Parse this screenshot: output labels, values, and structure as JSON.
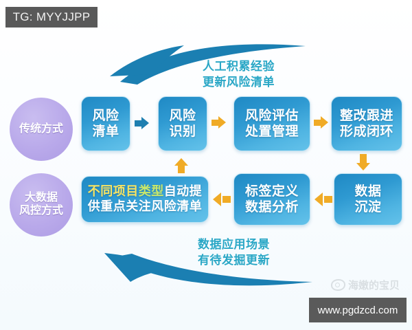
{
  "overlay": {
    "tg_tag": "TG: MYYJJPP",
    "url_tag": "www.pgdzcd.com",
    "weibo_watermark": "海嫩的宝贝",
    "weibo_icon": "weibo-eye-icon"
  },
  "colors": {
    "box_blue_dark": "#1f89c4",
    "box_blue_light": "#64c2ea",
    "box_border": "#bfe3f2",
    "circle_purple": "#b9a9ea",
    "arrow_orange": "#f0ab26",
    "arrow_teal": "#1f7fb0",
    "swoosh_blue": "#1b7fb2",
    "caption_teal": "#2aa7c6",
    "highlight_yellow": "#f7e463",
    "highlight_lime": "#c9e86b",
    "tag_gray": "#595959"
  },
  "rows": {
    "traditional": {
      "circle_line1": "传统方式",
      "steps": [
        {
          "line1": "风险",
          "line2": "清单"
        },
        {
          "line1": "风险",
          "line2": "识别"
        },
        {
          "line1": "风险评估",
          "line2": "处置管理"
        },
        {
          "line1": "整改跟进",
          "line2": "形成闭环"
        }
      ]
    },
    "bigdata": {
      "circle_line1": "大数据",
      "circle_line2": "风控方式",
      "steps": [
        {
          "line1_a": "不同项目",
          "line1_b": "类型",
          "line1_c": "自动提",
          "line2": "供重点关注风险清单"
        },
        {
          "line1": "标签定义",
          "line2": "数据分析"
        },
        {
          "line1": "数据",
          "line2": "沉淀"
        }
      ]
    }
  },
  "captions": {
    "top_line1": "人工积累经验",
    "top_line2": "更新风险清单",
    "bottom_line1": "数据应用场景",
    "bottom_line2": "有待发掘更新"
  },
  "arrows": {
    "step1_to_2": "arrow-right-teal",
    "step2_to_3": "arrow-right-orange",
    "step3_to_4": "arrow-right-orange",
    "step4_down": "arrow-down-orange",
    "precip_to_tag": "arrow-left-orange",
    "tag_to_auto": "arrow-left-orange",
    "auto_up": "arrow-up-orange",
    "top_feedback": "curved-arrow-left",
    "bottom_feedback": "curved-arrow-left"
  }
}
